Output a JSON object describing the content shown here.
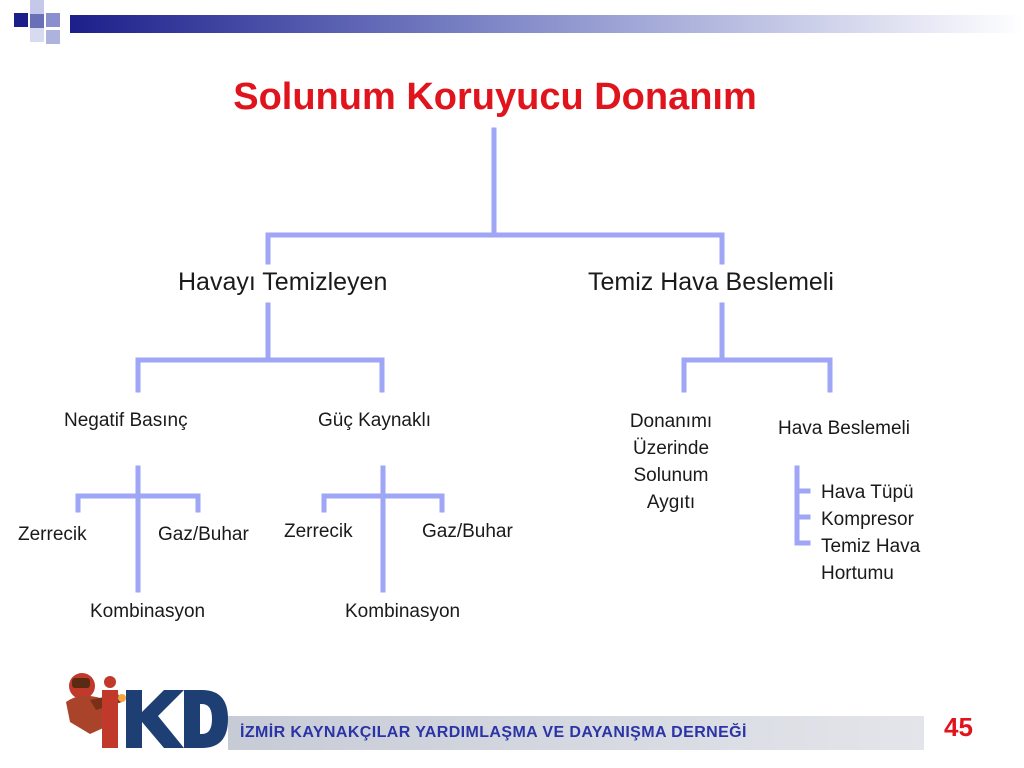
{
  "title": "Solunum Koruyucu Donanım",
  "level1": {
    "left": "Havayı Temizleyen",
    "right": "Temiz Hava Beslemeli"
  },
  "level2": {
    "negatif": "Negatif Basınç",
    "guc": "Güç Kaynaklı",
    "donanim_lines": [
      "Donanımı",
      "Üzerinde",
      "Solunum",
      "Aygıtı"
    ],
    "hava_beslemeli": "Hava Beslemeli"
  },
  "negatif_children": {
    "left": "Zerrecik",
    "right": "Gaz/Buhar",
    "bottom": "Kombinasyon"
  },
  "guc_children": {
    "left": "Zerrecik",
    "right": "Gaz/Buhar",
    "bottom": "Kombinasyon"
  },
  "hava_list": [
    "Hava Tüpü",
    "Kompresor",
    "Temiz Hava",
    "Hortumu"
  ],
  "footer": {
    "association": "İZMİR KAYNAKÇILAR YARDIMLAŞMA VE DAYANIŞMA DERNEĞİ",
    "page_number": "45",
    "logo_text": "İKD"
  },
  "colors": {
    "title": "#e0141c",
    "connector": "#9ea6f5",
    "header_dark": "#1c1f8a",
    "footer_text": "#2b34a6"
  }
}
